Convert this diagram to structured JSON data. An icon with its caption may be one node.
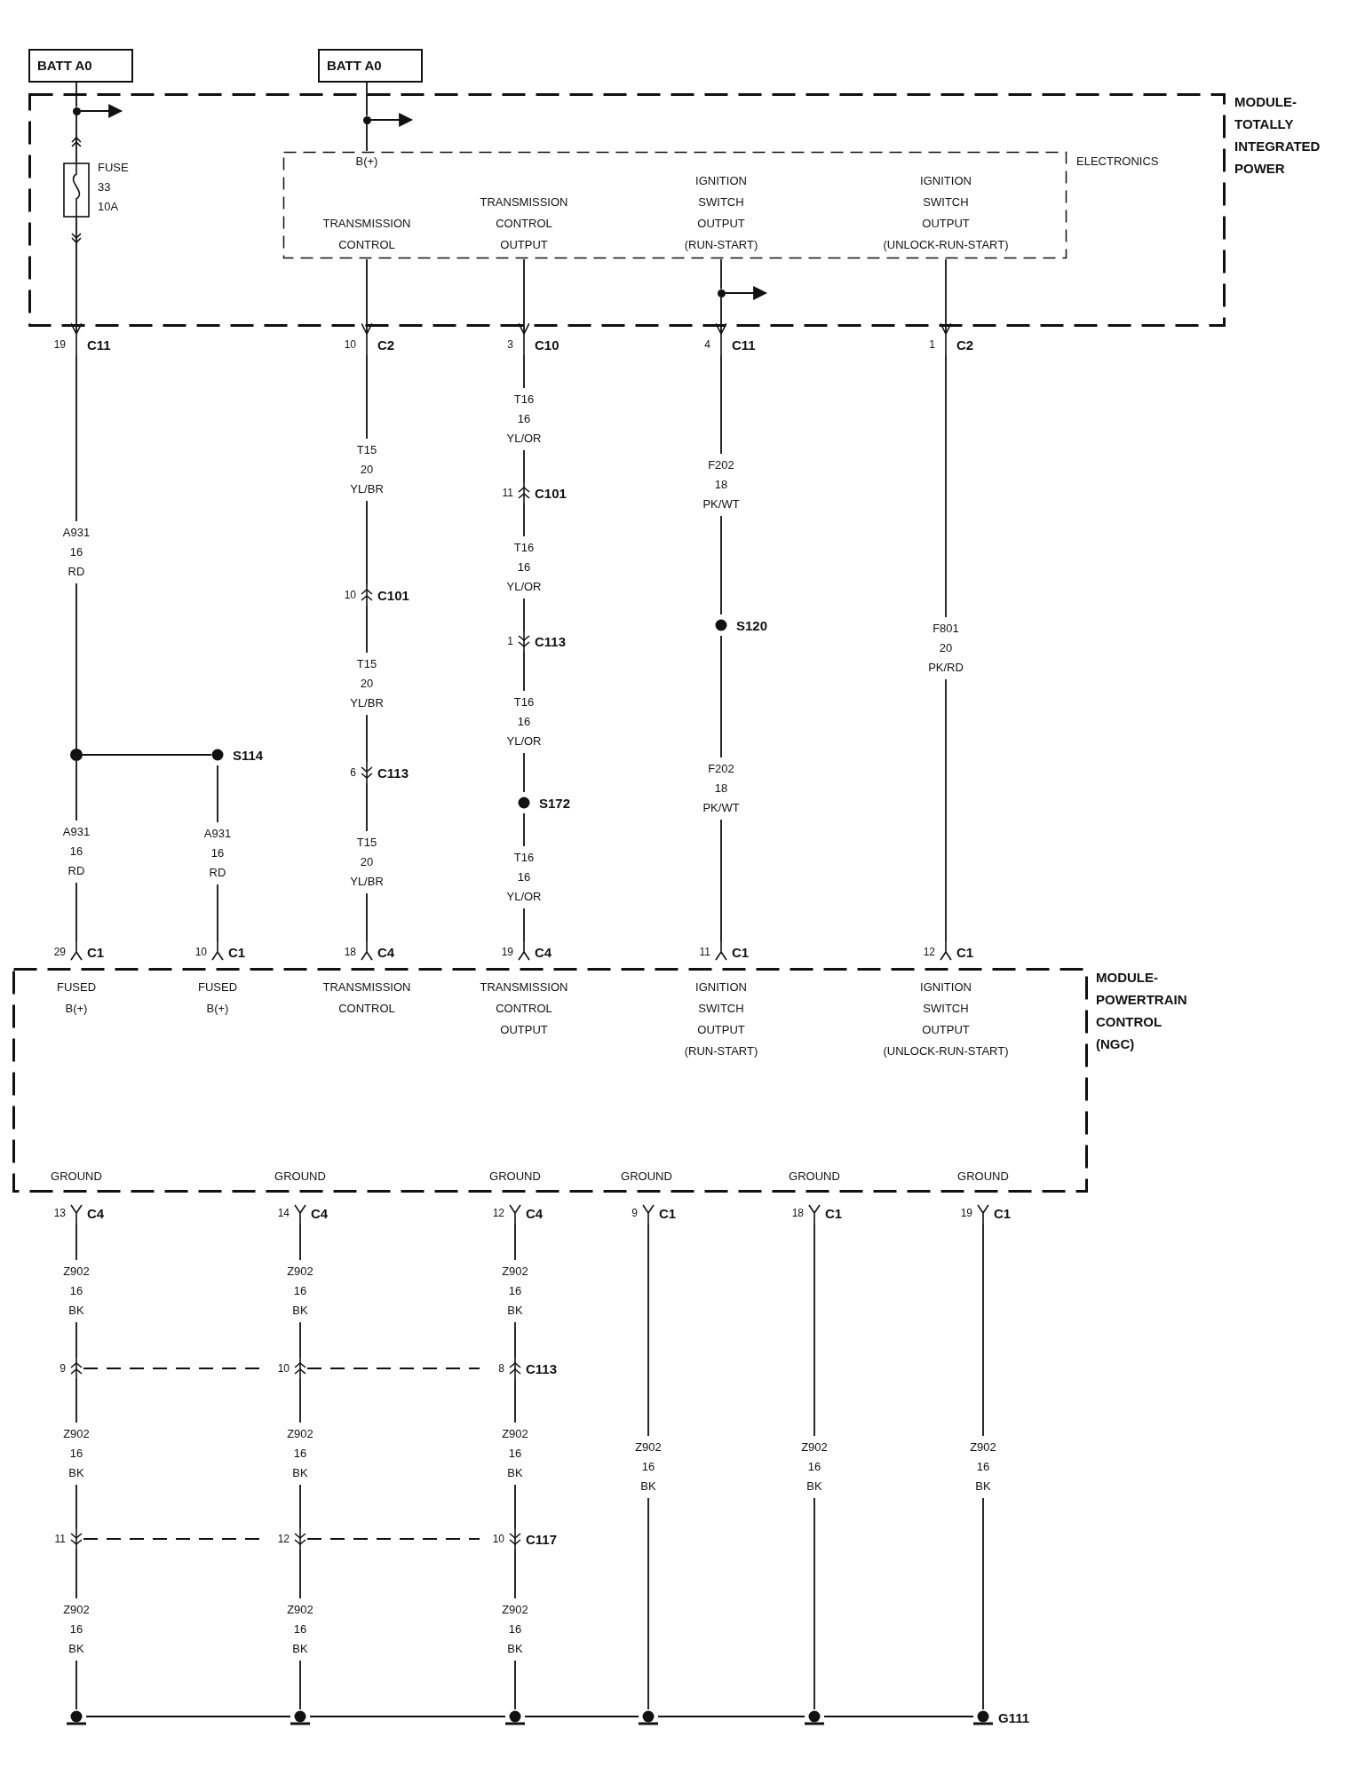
{
  "diagram": {
    "nodes": [
      {
        "text": [
          "BATT A0"
        ]
      },
      {
        "text": [
          "BATT A0"
        ]
      },
      {
        "text": [
          "MODULE-TOTALLY INTEGRATED POWER"
        ]
      },
      {
        "text": [
          "FUSE 33 10A"
        ],
        "in": 2
      },
      {
        "text": [
          "ELECTRONICS",
          "B(+)",
          "TRANSMISSION CONTROL",
          "TRANSMISSION CONTROL OUTPUT",
          "IGNITION SWITCH OUTPUT (RUN-START)",
          "IGNITION SWITCH OUTPUT (UNLOCK-RUN-START)"
        ],
        "in": 2
      },
      {
        "text": [
          "19",
          "C11"
        ]
      },
      {
        "text": [
          "10",
          "C2"
        ]
      },
      {
        "text": [
          "3",
          "C10"
        ]
      },
      {
        "text": [
          "4",
          "C11"
        ]
      },
      {
        "text": [
          "1",
          "C2"
        ]
      },
      {
        "text": [
          "11",
          "C101"
        ]
      },
      {
        "text": [
          "S120"
        ]
      },
      {
        "text": [
          "10",
          "C101"
        ]
      },
      {
        "text": [
          "1",
          "C113"
        ]
      },
      {
        "text": [],
        "shape": "circle"
      },
      {
        "text": [
          "S114"
        ]
      },
      {
        "text": [
          "6",
          "C113"
        ]
      },
      {
        "text": [
          "S172"
        ]
      },
      {
        "text": [
          "29",
          "C1"
        ]
      },
      {
        "text": [
          "10",
          "C1"
        ]
      },
      {
        "text": [
          "18",
          "C4"
        ]
      },
      {
        "text": [
          "19",
          "C4"
        ]
      },
      {
        "text": [
          "11",
          "C1"
        ]
      },
      {
        "text": [
          "12",
          "C1"
        ]
      },
      {
        "text": [
          "MODULE-POWERTRAIN CONTROL (NGC)",
          "FUSED B(+)",
          "FUSED B(+)",
          "TRANSMISSION CONTROL",
          "TRANSMISSION CONTROL OUTPUT",
          "IGNITION SWITCH OUTPUT (RUN-START)",
          "IGNITION SWITCH OUTPUT (UNLOCK-RUN-START)",
          "GROUND",
          "GROUND",
          "GROUND",
          "GROUND",
          "GROUND",
          "GROUND"
        ]
      },
      {
        "text": [
          "13",
          "C4"
        ]
      },
      {
        "text": [
          "14",
          "C4"
        ]
      },
      {
        "text": [
          "12",
          "C4"
        ]
      },
      {
        "text": [
          "9",
          "C1"
        ]
      },
      {
        "text": [
          "18",
          "C1"
        ]
      },
      {
        "text": [
          "19",
          "C1"
        ]
      },
      {
        "text": [
          "9"
        ]
      },
      {
        "text": [
          "10"
        ]
      },
      {
        "text": [
          "8",
          "C113"
        ]
      },
      {
        "text": [
          "11"
        ]
      },
      {
        "text": [
          "12"
        ]
      },
      {
        "text": [
          "10",
          "C117"
        ]
      },
      {
        "text": [],
        "shape": "circle"
      },
      {
        "text": [],
        "shape": "circle"
      },
      {
        "text": [],
        "shape": "circle"
      },
      {
        "text": [],
        "shape": "circle"
      },
      {
        "text": [],
        "shape": "circle"
      },
      {
        "text": [
          "G111"
        ]
      },
      {
        "text": [],
        "shape": "circle",
        "in": 2
      },
      {
        "text": [],
        "shape": "circle",
        "in": 2
      },
      {
        "text": [],
        "shape": "circle",
        "in": 2
      }
    ],
    "edges": [
      {
        "from": 0,
        "to": 43,
        "arrow": "none"
      },
      {
        "from": 3,
        "to": 5,
        "arrow": "to"
      },
      {
        "from": 1,
        "to": 44,
        "arrow": "none"
      },
      {
        "from": 4,
        "to": 6,
        "arrow": "to"
      },
      {
        "from": 4,
        "to": 7,
        "arrow": "to"
      },
      {
        "from": 4,
        "to": 45,
        "arrow": "none"
      },
      {
        "from": 4,
        "to": 9,
        "arrow": "to"
      },
      {
        "from": 5,
        "to": 14,
        "arrow": "none",
        "label": "A931 16 RD"
      },
      {
        "from": 14,
        "to": 15,
        "arrow": "none"
      },
      {
        "from": 14,
        "to": 18,
        "arrow": "none",
        "label": "A931 16 RD"
      },
      {
        "from": 15,
        "to": 19,
        "arrow": "none",
        "label": "A931 16 RD"
      },
      {
        "from": 6,
        "to": 12,
        "arrow": "other",
        "label": "T15 20 YL/BR"
      },
      {
        "from": 12,
        "to": 16,
        "arrow": "both",
        "label": "T15 20 YL/BR"
      },
      {
        "from": 16,
        "to": 20,
        "arrow": "other",
        "label": "T15 20 YL/BR"
      },
      {
        "from": 7,
        "to": 10,
        "arrow": "other",
        "label": "T16 16 YL/OR"
      },
      {
        "from": 10,
        "to": 13,
        "arrow": "both",
        "label": "T16 16 YL/OR"
      },
      {
        "from": 13,
        "to": 17,
        "arrow": "other",
        "label": "T16 16 YL/OR"
      },
      {
        "from": 17,
        "to": 21,
        "arrow": "none",
        "label": "T16 16 YL/OR"
      },
      {
        "from": 8,
        "to": 11,
        "arrow": "none",
        "label": "F202 18 PK/WT"
      },
      {
        "from": 11,
        "to": 22,
        "arrow": "none",
        "label": "F202 18 PK/WT"
      },
      {
        "from": 9,
        "to": 23,
        "arrow": "none",
        "label": "F801 20 PK/RD"
      },
      {
        "from": 25,
        "to": 31,
        "arrow": "other",
        "label": "Z902 16 BK"
      },
      {
        "from": 31,
        "to": 34,
        "arrow": "both",
        "label": "Z902 16 BK"
      },
      {
        "from": 34,
        "to": 37,
        "arrow": "other",
        "label": "Z902 16 BK"
      },
      {
        "from": 26,
        "to": 32,
        "arrow": "other",
        "label": "Z902 16 BK"
      },
      {
        "from": 32,
        "to": 35,
        "arrow": "both",
        "label": "Z902 16 BK"
      },
      {
        "from": 35,
        "to": 38,
        "arrow": "other",
        "label": "Z902 16 BK"
      },
      {
        "from": 27,
        "to": 33,
        "arrow": "other",
        "label": "Z902 16 BK"
      },
      {
        "from": 33,
        "to": 36,
        "arrow": "both",
        "label": "Z902 16 BK"
      },
      {
        "from": 36,
        "to": 39,
        "arrow": "other",
        "label": "Z902 16 BK"
      },
      {
        "from": 28,
        "to": 40,
        "arrow": "none",
        "label": "Z902 16 BK"
      },
      {
        "from": 29,
        "to": 41,
        "arrow": "none",
        "label": "Z902 16 BK"
      },
      {
        "from": 30,
        "to": 42,
        "arrow": "none",
        "label": "Z902 16 BK"
      },
      {
        "from": 37,
        "to": 38,
        "arrow": "none"
      },
      {
        "from": 38,
        "to": 39,
        "arrow": "none"
      },
      {
        "from": 39,
        "to": 40,
        "arrow": "none"
      },
      {
        "from": 40,
        "to": 41,
        "arrow": "none"
      },
      {
        "from": 41,
        "to": 42,
        "arrow": "none"
      },
      {
        "from": 31,
        "to": 32,
        "arrow": "none",
        "style": "dashed"
      },
      {
        "from": 32,
        "to": 33,
        "arrow": "none",
        "style": "dashed"
      },
      {
        "from": 34,
        "to": 35,
        "arrow": "none",
        "style": "dashed"
      },
      {
        "from": 35,
        "to": 36,
        "arrow": "none",
        "style": "dashed"
      },
      {
        "from": 43,
        "to": 3,
        "arrow": "none"
      },
      {
        "from": 44,
        "to": 4,
        "arrow": "none"
      },
      {
        "from": 45,
        "to": 8,
        "arrow": "to"
      },
      {
        "from": 43,
        "to": null,
        "arrow": "to"
      },
      {
        "from": 44,
        "to": null,
        "arrow": "to"
      },
      {
        "from": 45,
        "to": null,
        "arrow": "to"
      }
    ]
  }
}
